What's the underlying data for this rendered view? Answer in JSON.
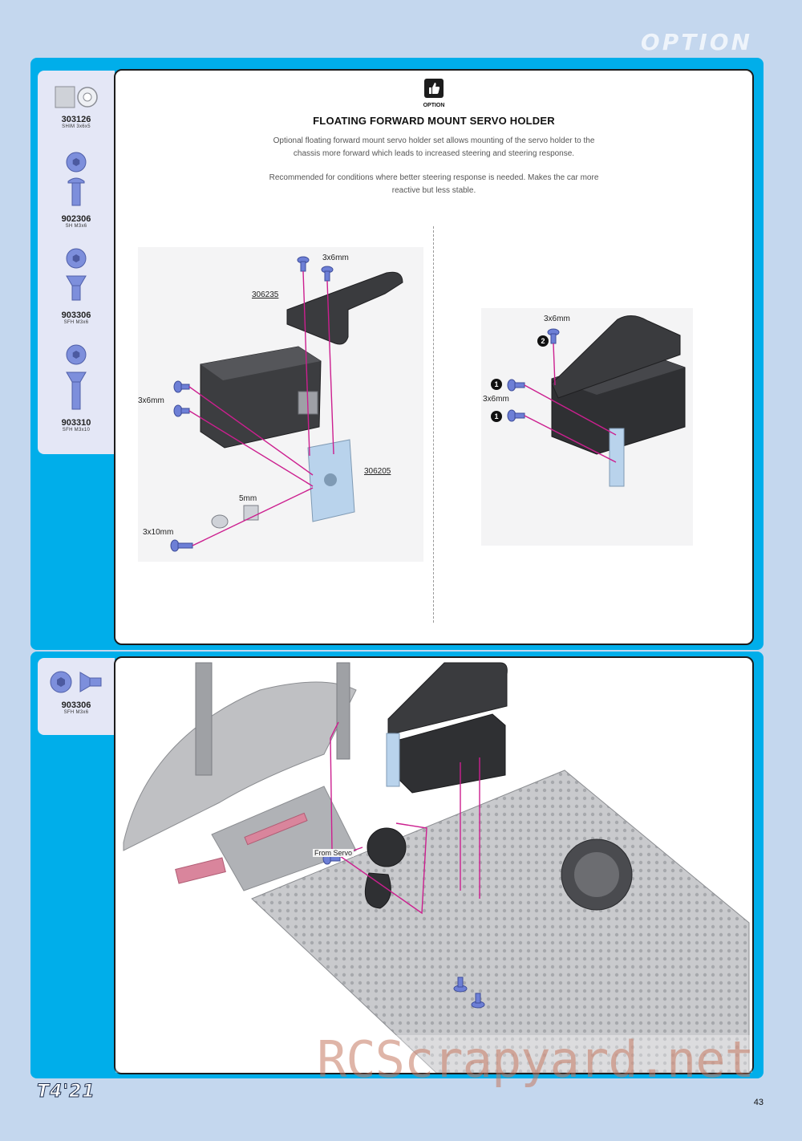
{
  "header": {
    "option_label": "OPTION"
  },
  "top_section": {
    "parts": [
      {
        "number": "303126",
        "desc": "SHIM 3x6x5",
        "icon": "shim-icon"
      },
      {
        "number": "902306",
        "desc": "SH M3x6",
        "icon": "button-head-screw-icon"
      },
      {
        "number": "903306",
        "desc": "SFH M3x6",
        "icon": "flat-head-screw-icon"
      },
      {
        "number": "903310",
        "desc": "SFH M3x10",
        "icon": "flat-head-screw-long-icon"
      }
    ],
    "badge_label": "OPTION",
    "title": "FLOATING FORWARD MOUNT SERVO HOLDER",
    "desc1": "Optional floating forward mount servo holder set allows mounting of the servo holder to the chassis more forward which leads to increased steering and steering response.",
    "desc2": "Recommended for conditions where better steering response is needed. Makes the car more reactive but less stable.",
    "left_diagram": {
      "screw_top": "3x6mm",
      "part_bracket": "306235",
      "screw_left": "3x6mm",
      "part_holder": "306205",
      "spacer": "5mm",
      "screw_bottom": "3x10mm"
    },
    "right_diagram": {
      "screw_top": "3x6mm",
      "step_two": "2",
      "step_one_a": "1",
      "screw_side": "3x6mm",
      "step_one_b": "1"
    }
  },
  "bottom_section": {
    "parts": [
      {
        "number": "903306",
        "desc": "SFH M3x6",
        "icon": "flat-head-screw-icon"
      }
    ],
    "from_servo_label": "From Servo"
  },
  "footer": {
    "brand": "T4'21",
    "page_number": "43",
    "watermark": "RCScrapyard.net"
  },
  "colors": {
    "frame": "#00aeea",
    "page_bg": "#c4d7ee",
    "sidebar_bg": "#e4e7f6",
    "arrow": "#cc1f8f",
    "screw": "#6d7fd6"
  }
}
